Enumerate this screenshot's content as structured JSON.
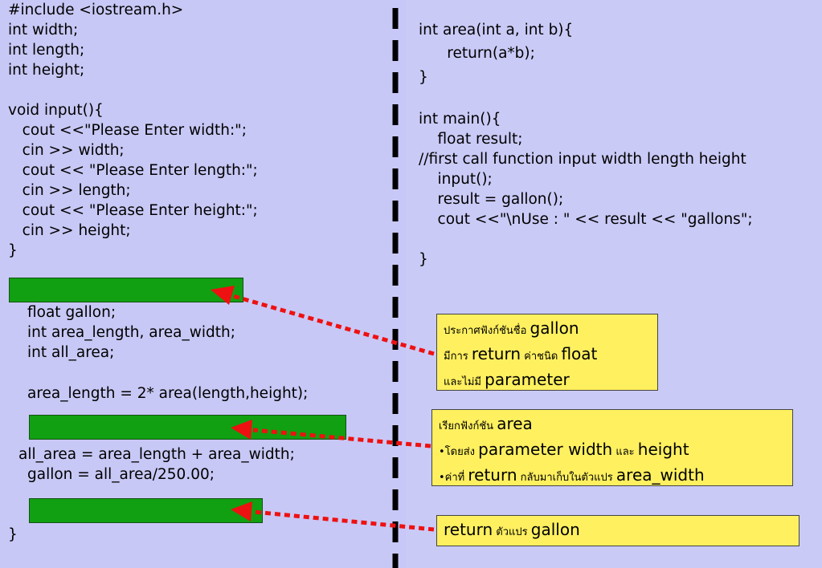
{
  "left_code": {
    "lines": [
      "#include <iostream.h>",
      "int width;",
      "int length;",
      "int height;",
      "",
      "void input(){",
      "   cout <<\"Please Enter width:\";",
      "   cin >> width;",
      "   cout << \"Please Enter length:\";",
      "   cin >> length;",
      "   cout << \"Please Enter height:\";",
      "   cin >> height;",
      "}"
    ],
    "gallon_body": [
      "float gallon;",
      "int area_length, area_width;",
      "int all_area;",
      "",
      "area_length = 2* area(length,height);"
    ],
    "all_area_line": "all_area = area_length + area_width;",
    "gallon_line": "gallon = all_area/250.00;",
    "closing_brace": "}"
  },
  "right_code": {
    "lines": [
      "int area(int a, int b){",
      "      return(a*b);",
      "}",
      "",
      "int main(){",
      "    float result;",
      "//first call function input width length height",
      "    input();",
      "    result = gallon();",
      "    cout <<\"\\nUse : \" << result << \"gallons\";",
      "",
      "}"
    ]
  },
  "callouts": {
    "c1": {
      "l1_thai": "ประกาศฟังก์ชันชื่อ ",
      "l1_en": "gallon",
      "l2_thai": "มีการ ",
      "l2_en": "return",
      "l2_thai2": " ค่าชนิด ",
      "l2_en2": "float",
      "l3_thai": "และไม่มี ",
      "l3_en": "parameter"
    },
    "c2": {
      "l1_thai": "เรียกฟังก์ชัน ",
      "l1_en": "area",
      "l2_thai": "•โดยส่ง ",
      "l2_en": "parameter width",
      "l2_thai2": " และ ",
      "l2_en2": "height",
      "l3_thai": "•ค่าที่ ",
      "l3_en": "return",
      "l3_thai2": " กลับมาเก็บในตัวแปร ",
      "l3_en2": "area_width"
    },
    "c3": {
      "l1_en": "return",
      "l1_thai": " ตัวแปร ",
      "l1_en2": "gallon"
    }
  },
  "colors": {
    "slot_fill": "#11a011",
    "callout_fill": "#fff060",
    "arrow": "#ee1111",
    "background": "#c8c8f8"
  }
}
